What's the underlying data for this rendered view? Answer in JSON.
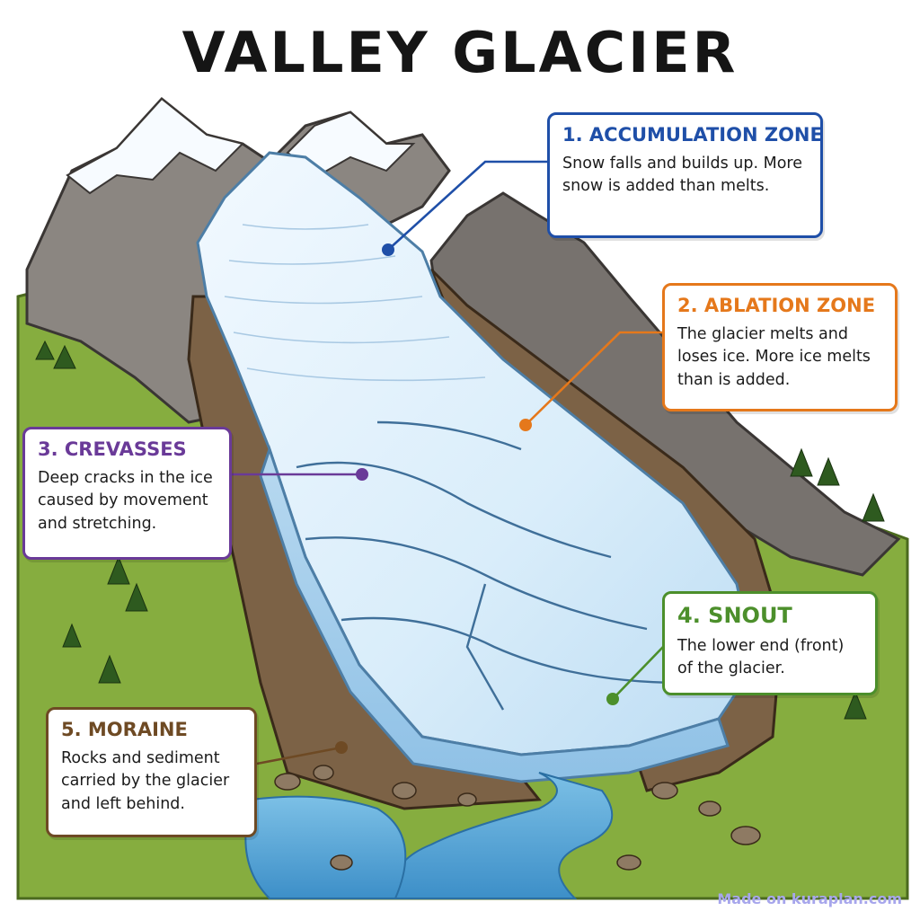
{
  "title": "VALLEY GLACIER",
  "colors": {
    "accumulation": "#1f4fa8",
    "ablation": "#e5781b",
    "crevasses": "#6a3a98",
    "snout": "#4c8f2b",
    "moraine": "#6e4a24",
    "ice": "#d7ecfa",
    "rock": "#8a8580",
    "grass": "#7fa63a",
    "water": "#5aa7d6"
  },
  "callouts": {
    "accumulation": {
      "title": "1. ACCUMULATION ZONE",
      "text": "Snow falls and builds up. More snow is added than melts."
    },
    "ablation": {
      "title": "2. ABLATION ZONE",
      "text": "The glacier melts and loses ice. More ice melts than is added."
    },
    "crevasses": {
      "title": "3. CREVASSES",
      "text": "Deep cracks in the ice caused by movement and stretching."
    },
    "snout": {
      "title": "4. SNOUT",
      "text": "The lower end (front) of the glacier."
    },
    "moraine": {
      "title": "5. MORAINE",
      "text": "Rocks and sediment carried by the glacier and left behind."
    }
  },
  "watermark": "Made on kuraplan.com"
}
